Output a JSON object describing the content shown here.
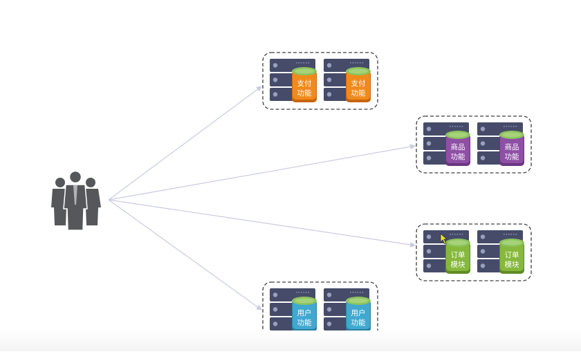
{
  "people_icon": "people-group-icon",
  "groups": [
    {
      "id": "pay",
      "label_line1": "支付",
      "label_line2": "功能",
      "color": "#f08a1c",
      "color_dark": "#c9650c"
    },
    {
      "id": "goods",
      "label_line1": "商品",
      "label_line2": "功能",
      "color": "#8e4fa5",
      "color_dark": "#6b357f"
    },
    {
      "id": "order",
      "label_line1": "订单",
      "label_line2": "模块",
      "color": "#86b83c",
      "color_dark": "#5f8c23"
    },
    {
      "id": "user",
      "label_line1": "用户",
      "label_line2": "功能",
      "color": "#41a8cf",
      "color_dark": "#2a7fa3"
    }
  ],
  "db_top_color": "#8cc35c",
  "server_color": "#454b69"
}
